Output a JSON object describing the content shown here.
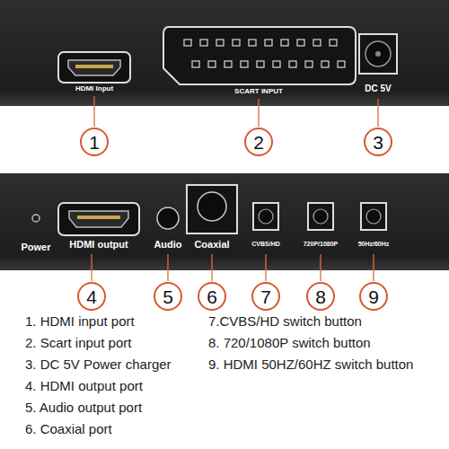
{
  "diagram": {
    "nodes": [
      {
        "text": [
          "1"
        ]
      },
      {
        "text": [
          "2"
        ]
      },
      {
        "text": [
          "3"
        ]
      },
      {
        "text": [
          "4"
        ]
      },
      {
        "text": [
          "5"
        ]
      },
      {
        "text": [
          "6"
        ]
      },
      {
        "text": [
          "7"
        ]
      },
      {
        "text": [
          "8"
        ]
      },
      {
        "text": [
          "9"
        ]
      }
    ],
    "labels": [
      "HDMI Input",
      "SCART INPUT",
      "DC 5V",
      "Power",
      "HDMI output",
      "Audio",
      "Coaxial",
      "CVBS/HD",
      "720P/1080P",
      "50Hz/60Hz",
      "1. HDMI input port",
      "2. Scart input port",
      "3. DC 5V Power charger",
      "4. HDMI output port",
      "5. Audio output port",
      "6. Coaxial port",
      "7.CVBS/HD switch button",
      "8. 720/1080P switch button",
      "9. HDMI 50HZ/60HZ switch button"
    ]
  }
}
